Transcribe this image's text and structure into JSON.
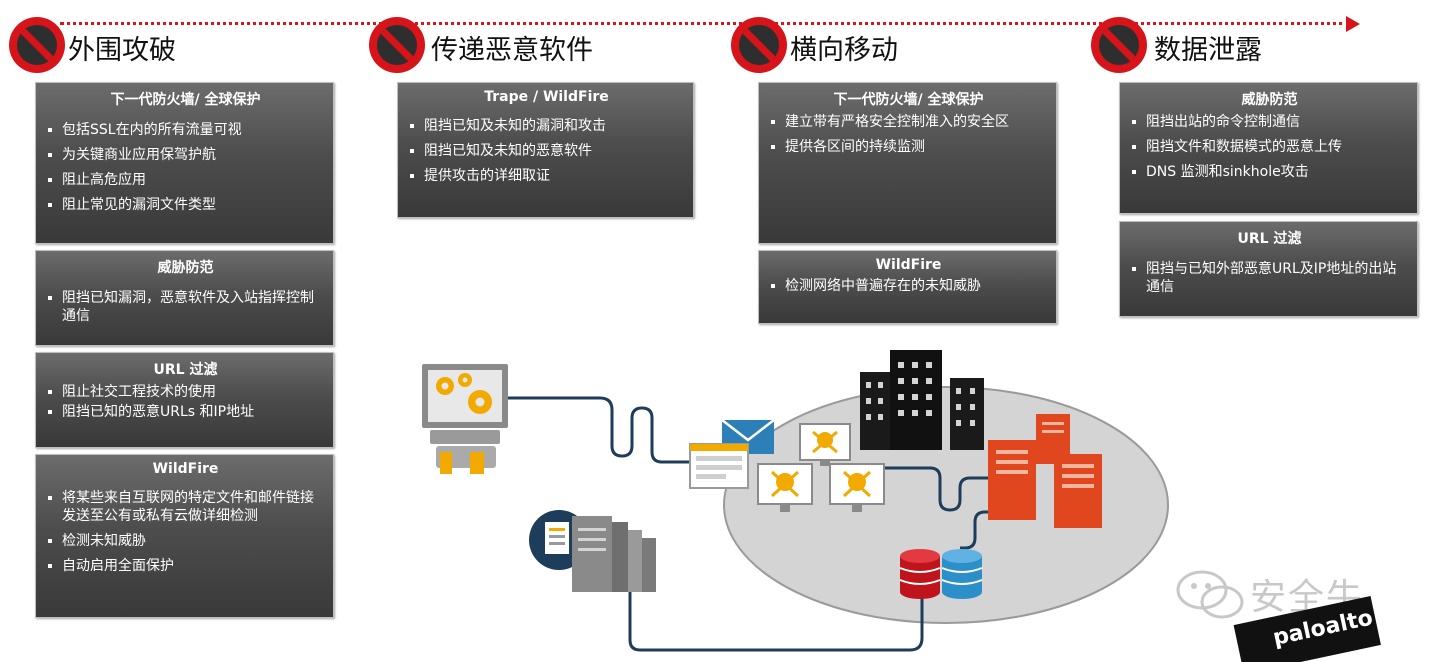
{
  "stages": [
    {
      "title": "外围攻破"
    },
    {
      "title": "传递恶意软件"
    },
    {
      "title": "横向移动"
    },
    {
      "title": "数据泄露"
    }
  ],
  "col1": {
    "box1": {
      "title": "下一代防火墙/ 全球保护",
      "items": [
        "包括SSL在内的所有流量可视",
        "为关键商业应用保驾护航",
        "阻止高危应用",
        "阻止常见的漏洞文件类型"
      ]
    },
    "box2": {
      "title": "威胁防范",
      "items": [
        "阻挡已知漏洞，恶意软件及入站指挥控制通信"
      ]
    },
    "box3": {
      "title": "URL 过滤",
      "items": [
        "阻止社交工程技术的使用",
        "阻挡已知的恶意URLs 和IP地址"
      ]
    },
    "box4": {
      "title": "WildFire",
      "items": [
        "将某些来自互联网的特定文件和邮件链接发送至公有或私有云做详细检测",
        "检测未知威胁",
        "自动启用全面保护"
      ]
    }
  },
  "col2": {
    "box1": {
      "title": "Trape / WildFire",
      "items": [
        "阻挡已知及未知的漏洞和攻击",
        "阻挡已知及未知的恶意软件",
        "提供攻击的详细取证"
      ]
    }
  },
  "col3": {
    "box1": {
      "title": "下一代防火墙/ 全球保护",
      "items": [
        "建立带有严格安全控制准入的安全区",
        "提供各区间的持续监测"
      ]
    },
    "box2": {
      "title": "WildFire",
      "items": [
        "检测网络中普遍存在的未知威胁"
      ]
    }
  },
  "col4": {
    "box1": {
      "title": "威胁防范",
      "items": [
        "阻挡出站的命令控制通信",
        "阻挡文件和数据模式的恶意上传",
        "DNS 监测和sinkhole攻击"
      ]
    },
    "box2": {
      "title": "URL 过滤",
      "items": [
        "阻挡与已知外部恶意URL及IP地址的出站通信"
      ]
    }
  },
  "watermark": "安全牛",
  "logo": "paloalto",
  "colors": {
    "timeline": "#d6141a",
    "box": "#4d4d4d",
    "server": "#e0471f",
    "db_red": "#c0141c",
    "db_blue": "#2d8fc9",
    "platform": "#d4d4d4"
  },
  "icons": [
    "no-entry-icon",
    "computer-gears-icon",
    "email-icon",
    "skull-monitor-icon",
    "building-icon",
    "server-icon",
    "database-icon",
    "document-icon",
    "wechat-icon"
  ]
}
